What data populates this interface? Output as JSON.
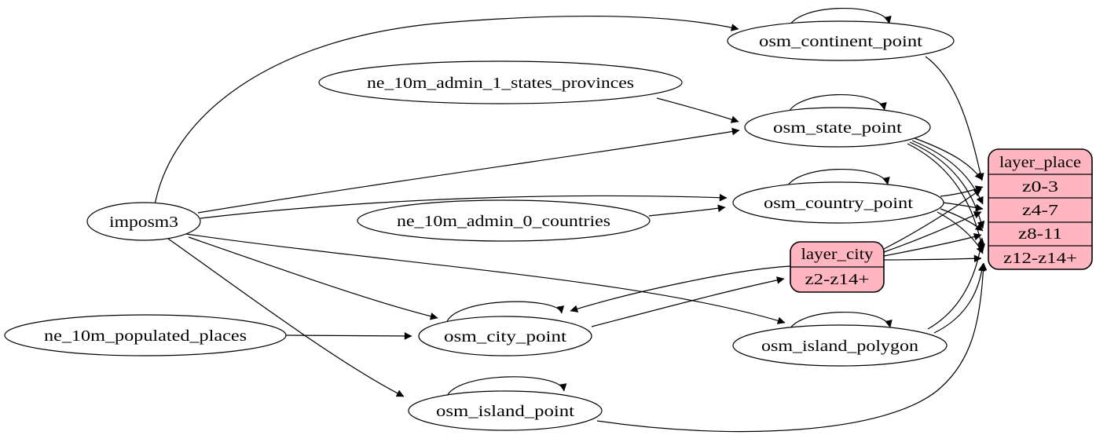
{
  "diagram": {
    "colors": {
      "background": "#ffffff",
      "node_fill": "#ffffff",
      "record_fill": "#ffb6c1",
      "stroke": "#000000",
      "edge": "#000000"
    },
    "nodes": [
      {
        "id": "imposm3",
        "label": "imposm3",
        "type": "ellipse"
      },
      {
        "id": "ne_10m_admin_1_states_provinces",
        "label": "ne_10m_admin_1_states_provinces",
        "type": "ellipse"
      },
      {
        "id": "ne_10m_admin_0_countries",
        "label": "ne_10m_admin_0_countries",
        "type": "ellipse"
      },
      {
        "id": "ne_10m_populated_places",
        "label": "ne_10m_populated_places",
        "type": "ellipse"
      },
      {
        "id": "osm_continent_point",
        "label": "osm_continent_point",
        "type": "ellipse"
      },
      {
        "id": "osm_state_point",
        "label": "osm_state_point",
        "type": "ellipse"
      },
      {
        "id": "osm_country_point",
        "label": "osm_country_point",
        "type": "ellipse"
      },
      {
        "id": "osm_city_point",
        "label": "osm_city_point",
        "type": "ellipse"
      },
      {
        "id": "osm_island_polygon",
        "label": "osm_island_polygon",
        "type": "ellipse"
      },
      {
        "id": "osm_island_point",
        "label": "osm_island_point",
        "type": "ellipse"
      }
    ],
    "records": [
      {
        "id": "layer_city",
        "title": "layer_city",
        "rows": [
          "z2-z14+"
        ]
      },
      {
        "id": "layer_place",
        "title": "layer_place",
        "rows": [
          "z0-3",
          "z4-7",
          "z8-11",
          "z12-z14+"
        ]
      }
    ],
    "edges": [
      {
        "from": "imposm3",
        "to": "osm_continent_point"
      },
      {
        "from": "imposm3",
        "to": "osm_state_point"
      },
      {
        "from": "imposm3",
        "to": "osm_country_point"
      },
      {
        "from": "imposm3",
        "to": "osm_city_point"
      },
      {
        "from": "imposm3",
        "to": "osm_island_polygon"
      },
      {
        "from": "imposm3",
        "to": "osm_island_point"
      },
      {
        "from": "ne_10m_admin_1_states_provinces",
        "to": "osm_state_point"
      },
      {
        "from": "ne_10m_admin_0_countries",
        "to": "osm_country_point"
      },
      {
        "from": "ne_10m_populated_places",
        "to": "osm_city_point"
      },
      {
        "from": "osm_continent_point",
        "to": "osm_continent_point"
      },
      {
        "from": "osm_state_point",
        "to": "osm_state_point"
      },
      {
        "from": "osm_country_point",
        "to": "osm_country_point"
      },
      {
        "from": "osm_city_point",
        "to": "osm_city_point"
      },
      {
        "from": "osm_island_polygon",
        "to": "osm_island_polygon"
      },
      {
        "from": "osm_island_point",
        "to": "osm_island_point"
      },
      {
        "from": "osm_city_point",
        "to": "layer_city",
        "port": "z2-z14+"
      },
      {
        "from": "layer_city",
        "to": "osm_city_point"
      },
      {
        "from": "osm_continent_point",
        "to": "layer_place",
        "port": "z0-3"
      },
      {
        "from": "osm_state_point",
        "to": "layer_place",
        "port": "z0-3"
      },
      {
        "from": "osm_state_point",
        "to": "layer_place",
        "port": "z4-7"
      },
      {
        "from": "osm_state_point",
        "to": "layer_place",
        "port": "z8-11"
      },
      {
        "from": "osm_state_point",
        "to": "layer_place",
        "port": "z12-z14+"
      },
      {
        "from": "osm_country_point",
        "to": "layer_place",
        "port": "z0-3"
      },
      {
        "from": "osm_country_point",
        "to": "layer_place",
        "port": "z4-7"
      },
      {
        "from": "osm_country_point",
        "to": "layer_place",
        "port": "z8-11"
      },
      {
        "from": "osm_country_point",
        "to": "layer_place",
        "port": "z12-z14+"
      },
      {
        "from": "layer_city",
        "to": "layer_place",
        "port": "z0-3"
      },
      {
        "from": "layer_city",
        "to": "layer_place",
        "port": "z4-7"
      },
      {
        "from": "layer_city",
        "to": "layer_place",
        "port": "z8-11"
      },
      {
        "from": "layer_city",
        "to": "layer_place",
        "port": "z12-z14+"
      },
      {
        "from": "osm_island_polygon",
        "to": "layer_place",
        "port": "z8-11"
      },
      {
        "from": "osm_island_polygon",
        "to": "layer_place",
        "port": "z12-z14+"
      },
      {
        "from": "osm_island_point",
        "to": "layer_place",
        "port": "z12-z14+"
      }
    ]
  }
}
